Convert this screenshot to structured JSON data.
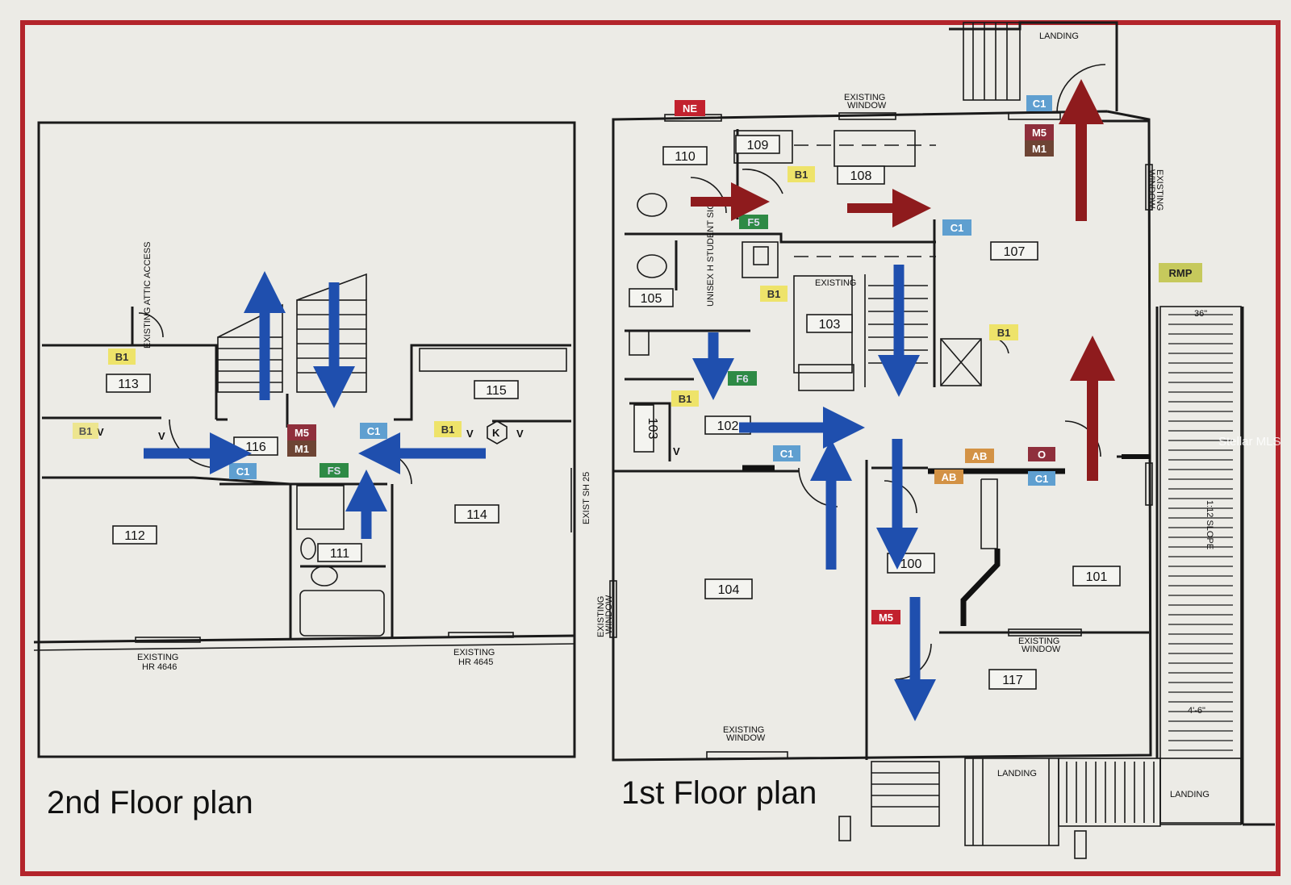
{
  "plans": {
    "second": {
      "title": "2nd Floor plan",
      "rooms": [
        "113",
        "115",
        "116",
        "112",
        "114",
        "111"
      ],
      "notes": {
        "attic": "EXISTING ATTIC ACCESS",
        "sh": "EXIST SH 25",
        "hr_left": "EXISTING\nHR 4646",
        "hr_right": "EXISTING\nHR 4645"
      },
      "tags": {
        "b1_a": "B1",
        "b1_b": "B1",
        "b1_c": "B1",
        "m5": "M5",
        "m1": "M1",
        "c1_a": "C1",
        "c1_b": "C1",
        "fs": "FS",
        "k": "K"
      }
    },
    "first": {
      "title": "1st Floor plan",
      "rooms": [
        "110",
        "109",
        "108",
        "107",
        "105",
        "103",
        "103",
        "102",
        "104",
        "100",
        "101",
        "117"
      ],
      "notes": {
        "landing_top": "LANDING",
        "window_top": "EXISTING\nWINDOW",
        "window_right": "EXISTING\nWINDOW",
        "window_left": "EXISTING\nWINDOW",
        "window_mid": "EXISTING\nWINDOW",
        "window_bottom": "EXISTING\nWINDOW",
        "unisex": "UNISEX H STUDENT SIGN",
        "existing_103": "EXISTING",
        "landing_b1": "LANDING",
        "landing_b2": "LANDING",
        "slope": "1:12 SLOPE",
        "ramp_w": "4'-6\"",
        "ramp_top": "36\""
      },
      "tags": {
        "ne": "NE",
        "c1_a": "C1",
        "m5_a": "M5",
        "m1": "M1",
        "b1_a": "B1",
        "f5": "F5",
        "c1_b": "C1",
        "rmp": "RMP",
        "b1_b": "B1",
        "b1_c": "B1",
        "f6": "F6",
        "b1_d": "B1",
        "c1_c": "C1",
        "ab_a": "AB",
        "ab_b": "AB",
        "o": "O",
        "c1_d": "C1",
        "m5_b": "M5"
      }
    }
  },
  "watermark": "Stellar MLS",
  "colors": {
    "border": "#b3242b",
    "blue_arrow": "#1f4fae",
    "red_arrow": "#8e1b1d",
    "tag_yellow": "#eee36a",
    "tag_blue": "#5f9fd0",
    "tag_maroon": "#8f2f3c",
    "tag_brown": "#6d4434",
    "tag_green": "#2e8a45",
    "tag_red": "#c2212e",
    "tag_orange": "#d39245",
    "tag_olive": "#c6c95c"
  }
}
